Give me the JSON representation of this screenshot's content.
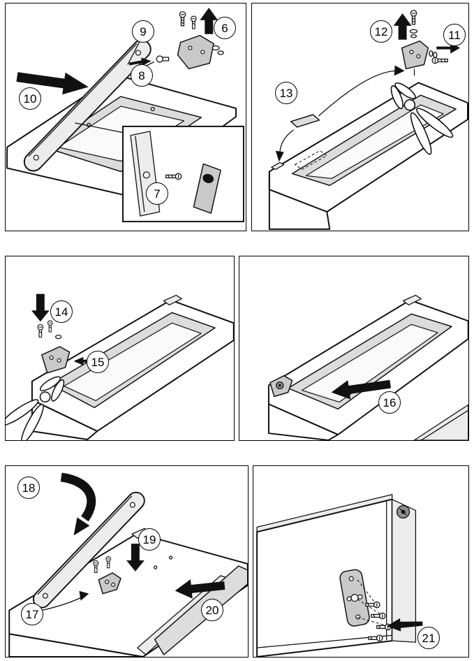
{
  "colors": {
    "line": "#111111",
    "arrow": "#111111",
    "shade_light": "#ececec",
    "shade_mid": "#dcdcdc",
    "shade_dark": "#c9c9c9",
    "background": "#ffffff"
  },
  "panels": [
    {
      "callouts": [
        {
          "label": "9"
        },
        {
          "label": "6"
        },
        {
          "label": "8"
        },
        {
          "label": "10"
        },
        {
          "label": "7"
        }
      ]
    },
    {
      "callouts": [
        {
          "label": "12"
        },
        {
          "label": "11"
        },
        {
          "label": "13"
        }
      ]
    },
    {
      "callouts": [
        {
          "label": "14"
        },
        {
          "label": "15"
        }
      ]
    },
    {
      "callouts": [
        {
          "label": "16"
        }
      ]
    },
    {
      "callouts": [
        {
          "label": "18"
        },
        {
          "label": "19"
        },
        {
          "label": "17"
        },
        {
          "label": "20"
        }
      ]
    },
    {
      "callouts": [
        {
          "label": "21"
        }
      ]
    }
  ]
}
